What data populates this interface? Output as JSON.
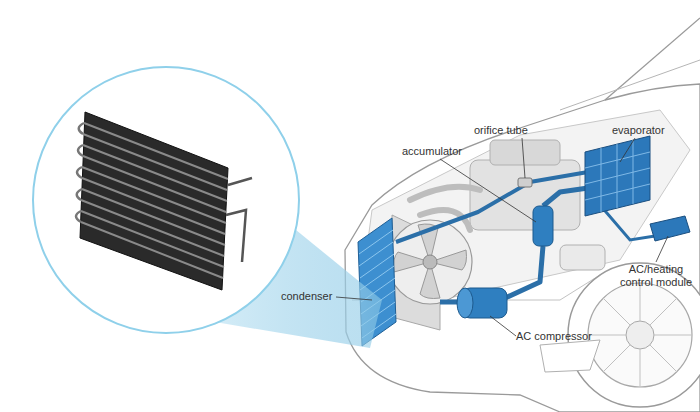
{
  "diagram": {
    "labels": [
      "orifice tube",
      "evaporator",
      "accumulator",
      "condenser",
      "AC/heating control module",
      "AC compressor"
    ]
  }
}
